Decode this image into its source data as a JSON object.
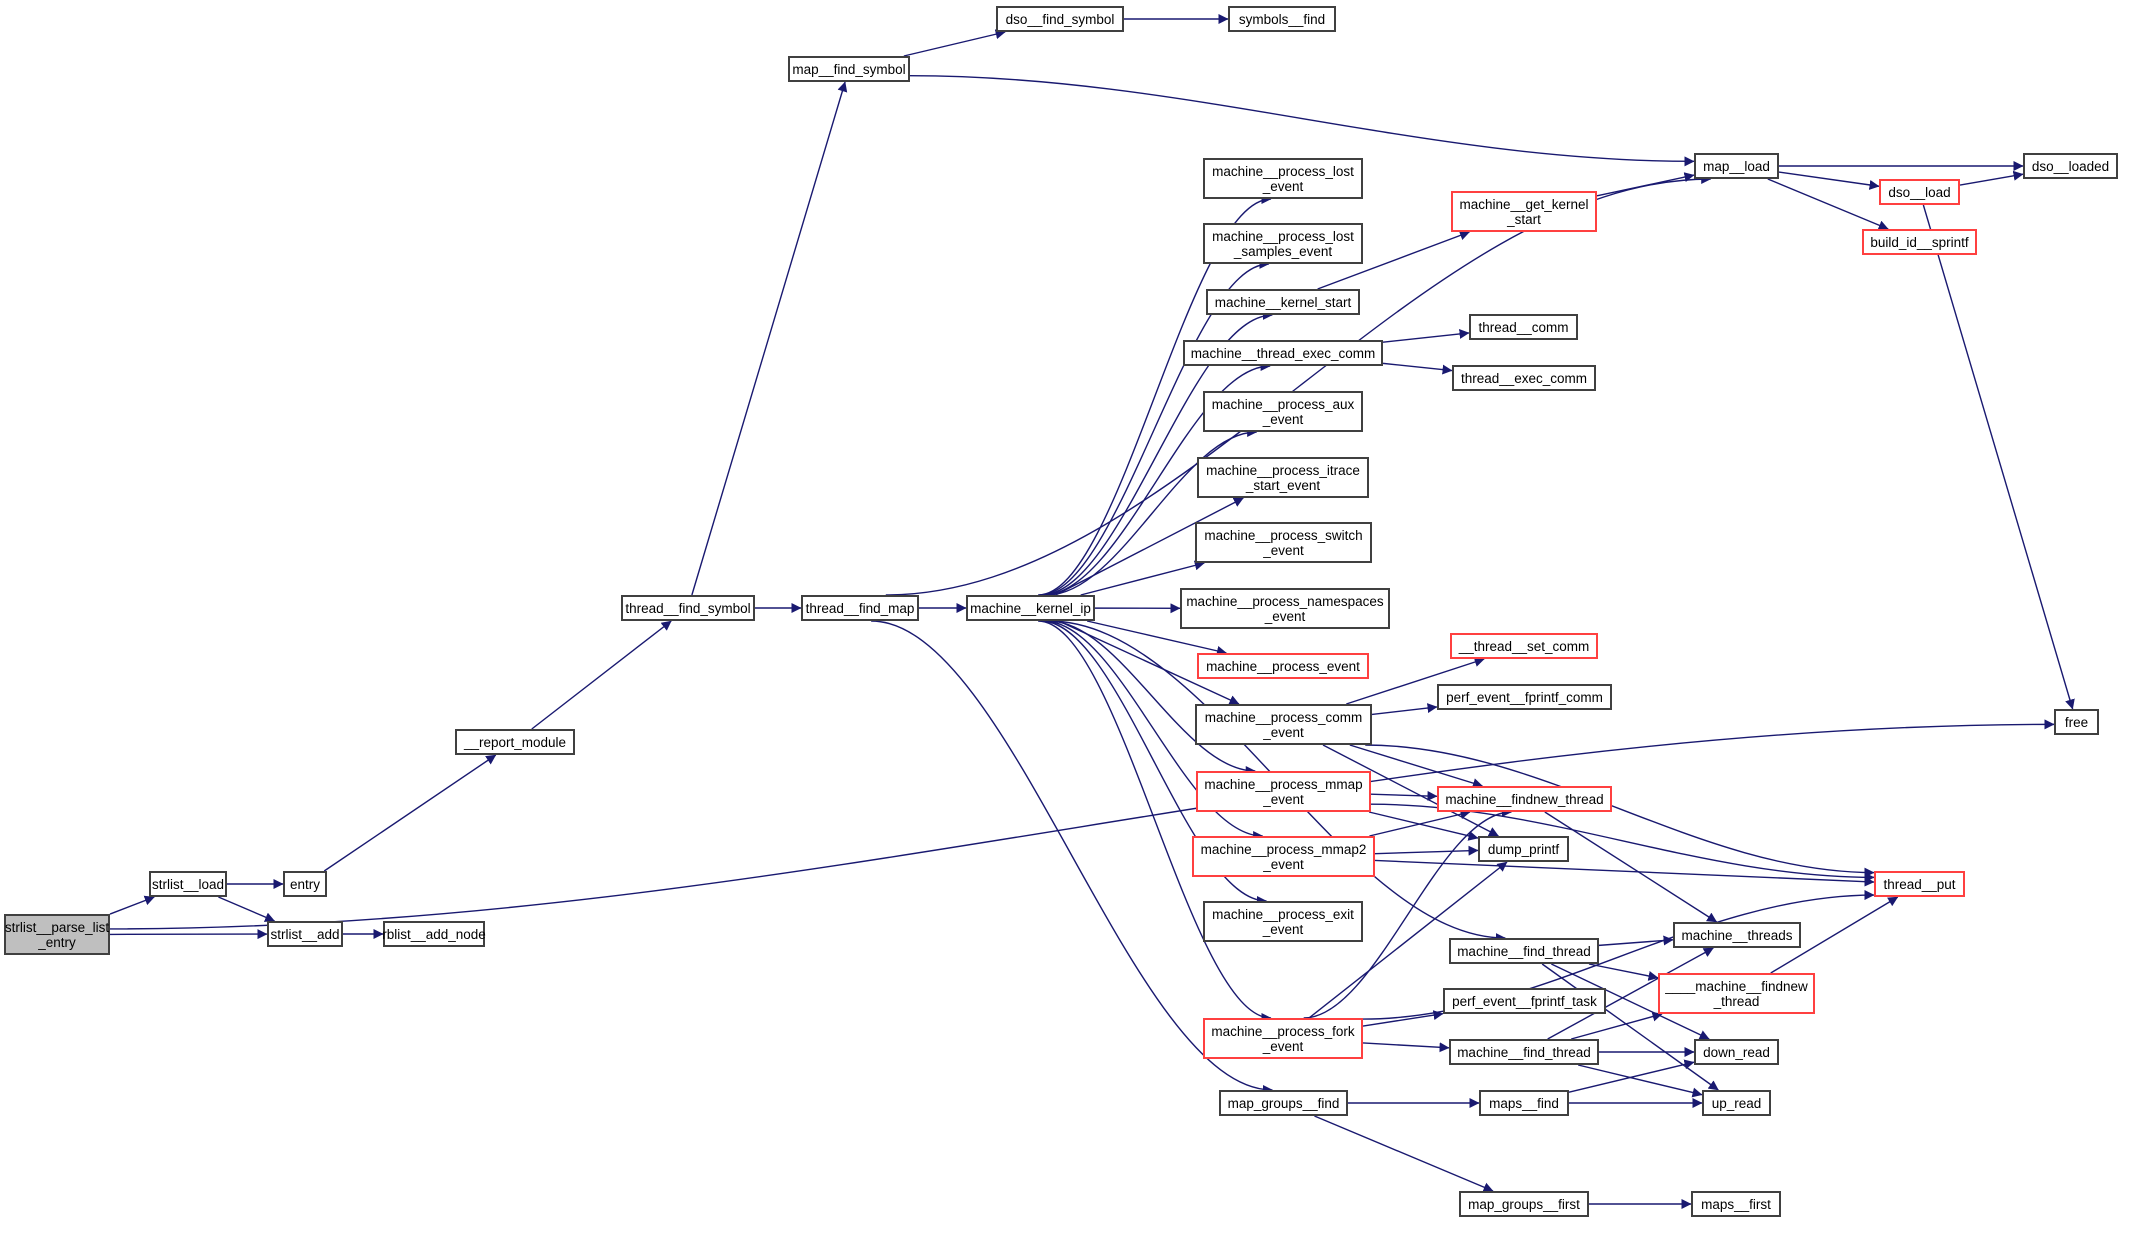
{
  "diagram": {
    "type": "call-graph",
    "edge_color": "#191970",
    "node_border_default": "#404040",
    "node_border_truncated": "#ff4040",
    "root_fill": "#bfbfbf",
    "nodes": [
      {
        "id": "strlist__parse_list_entry",
        "label": "strlist__parse_list\n_entry",
        "style": "root"
      },
      {
        "id": "strlist__load",
        "label": "strlist__load",
        "style": "normal"
      },
      {
        "id": "entry",
        "label": "entry",
        "style": "normal"
      },
      {
        "id": "strlist__add",
        "label": "strlist__add",
        "style": "normal"
      },
      {
        "id": "rblist__add_node",
        "label": "rblist__add_node",
        "style": "normal"
      },
      {
        "id": "__report_module",
        "label": "__report_module",
        "style": "normal"
      },
      {
        "id": "thread__find_symbol",
        "label": "thread__find_symbol",
        "style": "normal"
      },
      {
        "id": "map__find_symbol",
        "label": "map__find_symbol",
        "style": "normal"
      },
      {
        "id": "dso__find_symbol",
        "label": "dso__find_symbol",
        "style": "normal"
      },
      {
        "id": "symbols__find",
        "label": "symbols__find",
        "style": "normal"
      },
      {
        "id": "thread__find_map",
        "label": "thread__find_map",
        "style": "normal"
      },
      {
        "id": "machine__kernel_ip",
        "label": "machine__kernel_ip",
        "style": "normal"
      },
      {
        "id": "map__load",
        "label": "map__load",
        "style": "normal"
      },
      {
        "id": "dso__loaded",
        "label": "dso__loaded",
        "style": "normal"
      },
      {
        "id": "dso__load",
        "label": "dso__load",
        "style": "red"
      },
      {
        "id": "build_id__sprintf",
        "label": "build_id__sprintf",
        "style": "red"
      },
      {
        "id": "free",
        "label": "free",
        "style": "normal"
      },
      {
        "id": "machine__process_lost_event",
        "label": "machine__process_lost\n_event",
        "style": "normal"
      },
      {
        "id": "machine__process_lost_samples_event",
        "label": "machine__process_lost\n_samples_event",
        "style": "normal"
      },
      {
        "id": "machine__kernel_start",
        "label": "machine__kernel_start",
        "style": "normal"
      },
      {
        "id": "machine__get_kernel_start",
        "label": "machine__get_kernel\n_start",
        "style": "red"
      },
      {
        "id": "machine__thread_exec_comm",
        "label": "machine__thread_exec_comm",
        "style": "normal"
      },
      {
        "id": "thread__comm",
        "label": "thread__comm",
        "style": "normal"
      },
      {
        "id": "thread__exec_comm",
        "label": "thread__exec_comm",
        "style": "normal"
      },
      {
        "id": "machine__process_aux_event",
        "label": "machine__process_aux\n_event",
        "style": "normal"
      },
      {
        "id": "machine__process_itrace_start_event",
        "label": "machine__process_itrace\n_start_event",
        "style": "normal"
      },
      {
        "id": "machine__process_switch_event",
        "label": "machine__process_switch\n_event",
        "style": "normal"
      },
      {
        "id": "machine__process_namespaces_event",
        "label": "machine__process_namespaces\n_event",
        "style": "normal"
      },
      {
        "id": "machine__process_event",
        "label": "machine__process_event",
        "style": "red"
      },
      {
        "id": "machine__process_comm_event",
        "label": "machine__process_comm\n_event",
        "style": "normal"
      },
      {
        "id": "__thread__set_comm",
        "label": "__thread__set_comm",
        "style": "red"
      },
      {
        "id": "perf_event__fprintf_comm",
        "label": "perf_event__fprintf_comm",
        "style": "normal"
      },
      {
        "id": "machine__process_mmap_event",
        "label": "machine__process_mmap\n_event",
        "style": "red"
      },
      {
        "id": "machine__findnew_thread",
        "label": "machine__findnew_thread",
        "style": "red"
      },
      {
        "id": "machine__process_mmap2_event",
        "label": "machine__process_mmap2\n_event",
        "style": "red"
      },
      {
        "id": "dump_printf",
        "label": "dump_printf",
        "style": "normal"
      },
      {
        "id": "thread__put",
        "label": "thread__put",
        "style": "red"
      },
      {
        "id": "machine__process_exit_event",
        "label": "machine__process_exit\n_event",
        "style": "normal"
      },
      {
        "id": "machine__find_thread_a",
        "label": "machine__find_thread",
        "style": "normal"
      },
      {
        "id": "machine__threads",
        "label": "machine__threads",
        "style": "normal"
      },
      {
        "id": "____machine__findnew_thread",
        "label": "____machine__findnew\n_thread",
        "style": "red"
      },
      {
        "id": "perf_event__fprintf_task",
        "label": "perf_event__fprintf_task",
        "style": "normal"
      },
      {
        "id": "machine__process_fork_event",
        "label": "machine__process_fork\n_event",
        "style": "red"
      },
      {
        "id": "machine__find_thread_b",
        "label": "machine__find_thread",
        "style": "normal"
      },
      {
        "id": "down_read",
        "label": "down_read",
        "style": "normal"
      },
      {
        "id": "up_read",
        "label": "up_read",
        "style": "normal"
      },
      {
        "id": "map_groups__find",
        "label": "map_groups__find",
        "style": "normal"
      },
      {
        "id": "maps__find",
        "label": "maps__find",
        "style": "normal"
      },
      {
        "id": "map_groups__first",
        "label": "map_groups__first",
        "style": "normal"
      },
      {
        "id": "maps__first",
        "label": "maps__first",
        "style": "normal"
      }
    ],
    "edges": [
      [
        "strlist__parse_list_entry",
        "strlist__load"
      ],
      [
        "strlist__parse_list_entry",
        "strlist__add"
      ],
      [
        "strlist__parse_list_entry",
        "free"
      ],
      [
        "strlist__load",
        "entry"
      ],
      [
        "strlist__load",
        "strlist__add"
      ],
      [
        "strlist__add",
        "rblist__add_node"
      ],
      [
        "entry",
        "__report_module"
      ],
      [
        "__report_module",
        "thread__find_symbol"
      ],
      [
        "thread__find_symbol",
        "map__find_symbol"
      ],
      [
        "thread__find_symbol",
        "thread__find_map"
      ],
      [
        "map__find_symbol",
        "dso__find_symbol"
      ],
      [
        "map__find_symbol",
        "map__load"
      ],
      [
        "dso__find_symbol",
        "symbols__find"
      ],
      [
        "thread__find_map",
        "map__load"
      ],
      [
        "thread__find_map",
        "machine__kernel_ip"
      ],
      [
        "thread__find_map",
        "map_groups__find"
      ],
      [
        "map__load",
        "dso__loaded"
      ],
      [
        "map__load",
        "dso__load"
      ],
      [
        "map__load",
        "build_id__sprintf"
      ],
      [
        "dso__load",
        "dso__loaded"
      ],
      [
        "dso__load",
        "free"
      ],
      [
        "machine__kernel_ip",
        "machine__process_lost_event"
      ],
      [
        "machine__kernel_ip",
        "machine__process_lost_samples_event"
      ],
      [
        "machine__kernel_ip",
        "machine__kernel_start"
      ],
      [
        "machine__kernel_ip",
        "machine__thread_exec_comm"
      ],
      [
        "machine__kernel_ip",
        "machine__process_aux_event"
      ],
      [
        "machine__kernel_ip",
        "machine__process_itrace_start_event"
      ],
      [
        "machine__kernel_ip",
        "machine__process_switch_event"
      ],
      [
        "machine__kernel_ip",
        "machine__process_namespaces_event"
      ],
      [
        "machine__kernel_ip",
        "machine__process_event"
      ],
      [
        "machine__kernel_ip",
        "machine__process_comm_event"
      ],
      [
        "machine__kernel_ip",
        "machine__process_mmap_event"
      ],
      [
        "machine__kernel_ip",
        "machine__process_mmap2_event"
      ],
      [
        "machine__kernel_ip",
        "machine__process_exit_event"
      ],
      [
        "machine__kernel_ip",
        "machine__find_thread_a"
      ],
      [
        "machine__kernel_ip",
        "machine__process_fork_event"
      ],
      [
        "machine__kernel_start",
        "machine__get_kernel_start"
      ],
      [
        "machine__get_kernel_start",
        "map__load"
      ],
      [
        "machine__thread_exec_comm",
        "thread__comm"
      ],
      [
        "machine__thread_exec_comm",
        "thread__exec_comm"
      ],
      [
        "machine__process_comm_event",
        "__thread__set_comm"
      ],
      [
        "machine__process_comm_event",
        "perf_event__fprintf_comm"
      ],
      [
        "machine__process_comm_event",
        "machine__findnew_thread"
      ],
      [
        "machine__process_comm_event",
        "dump_printf"
      ],
      [
        "machine__process_comm_event",
        "thread__put"
      ],
      [
        "machine__process_mmap_event",
        "machine__findnew_thread"
      ],
      [
        "machine__process_mmap_event",
        "dump_printf"
      ],
      [
        "machine__process_mmap_event",
        "thread__put"
      ],
      [
        "machine__process_mmap2_event",
        "machine__findnew_thread"
      ],
      [
        "machine__process_mmap2_event",
        "dump_printf"
      ],
      [
        "machine__process_mmap2_event",
        "thread__put"
      ],
      [
        "machine__findnew_thread",
        "machine__threads"
      ],
      [
        "machine__find_thread_a",
        "machine__threads"
      ],
      [
        "machine__find_thread_a",
        "____machine__findnew_thread"
      ],
      [
        "machine__find_thread_a",
        "down_read"
      ],
      [
        "machine__find_thread_a",
        "up_read"
      ],
      [
        "____machine__findnew_thread",
        "thread__put"
      ],
      [
        "machine__process_fork_event",
        "machine__findnew_thread"
      ],
      [
        "machine__process_fork_event",
        "dump_printf"
      ],
      [
        "machine__process_fork_event",
        "perf_event__fprintf_task"
      ],
      [
        "machine__process_fork_event",
        "machine__find_thread_b"
      ],
      [
        "machine__process_fork_event",
        "thread__put"
      ],
      [
        "machine__find_thread_b",
        "machine__threads"
      ],
      [
        "machine__find_thread_b",
        "____machine__findnew_thread"
      ],
      [
        "machine__find_thread_b",
        "down_read"
      ],
      [
        "machine__find_thread_b",
        "up_read"
      ],
      [
        "map_groups__find",
        "maps__find"
      ],
      [
        "map_groups__find",
        "map_groups__first"
      ],
      [
        "maps__find",
        "down_read"
      ],
      [
        "maps__find",
        "up_read"
      ],
      [
        "map_groups__first",
        "maps__first"
      ]
    ]
  }
}
